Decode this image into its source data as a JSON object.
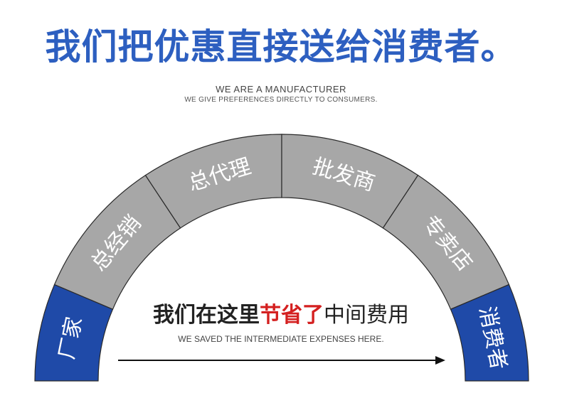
{
  "headline": "我们把优惠直接送给消费者。",
  "subtitle_en": "WE ARE A MANUFACTURER",
  "subtitle_en_small": "WE GIVE PREFERENCES DIRECTLY TO CONSUMERS.",
  "arc_segments": [
    {
      "label": "厂家",
      "color": "#1f4aa8"
    },
    {
      "label": "总经销",
      "color": "#a7a7a7"
    },
    {
      "label": "总代理",
      "color": "#a7a7a7"
    },
    {
      "label": "批发商",
      "color": "#a7a7a7"
    },
    {
      "label": "专卖店",
      "color": "#a7a7a7"
    },
    {
      "label": "消费者",
      "color": "#1f4aa8"
    }
  ],
  "inner_title": {
    "part1": "我们在这里",
    "part2": "节省了",
    "part3": "中间费用"
  },
  "inner_subtitle": "WE SAVED THE INTERMEDIATE EXPENSES HERE.",
  "colors": {
    "brand_blue": "#2d5fc0",
    "segment_blue": "#1f4aa8",
    "segment_grey": "#a7a7a7",
    "highlight_red": "#d42020"
  }
}
